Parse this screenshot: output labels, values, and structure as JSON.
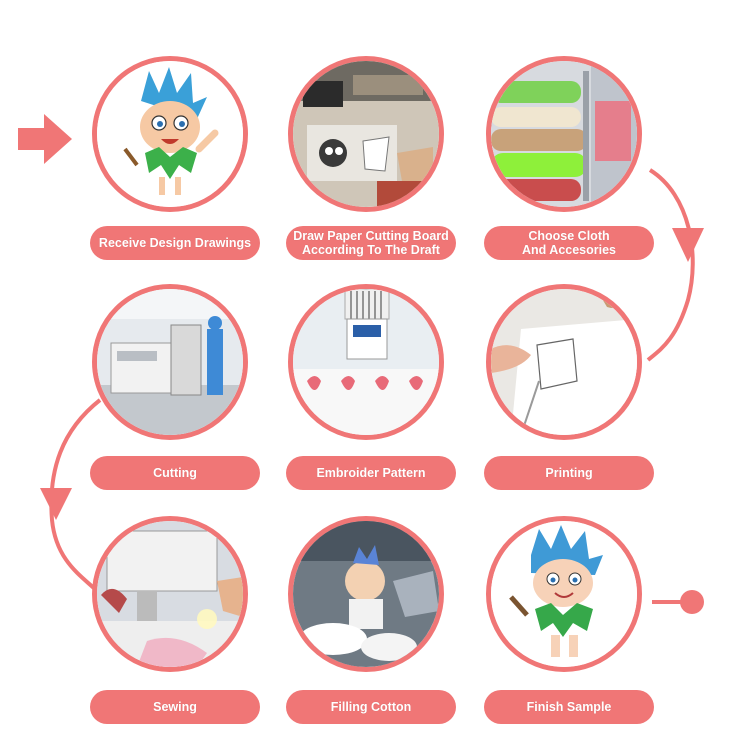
{
  "colors": {
    "accent": "#f07676",
    "background": "#ffffff",
    "label_text": "#ffffff"
  },
  "steps": [
    {
      "label": "Receive Design Drawings",
      "photo": "cartoon-design-drawing"
    },
    {
      "label": "Draw Paper Cutting Board\nAccording To The Draft",
      "photo": "paper-pattern-workbench"
    },
    {
      "label": "Choose Cloth\nAnd Accesories",
      "photo": "fabric-rolls-shelf"
    },
    {
      "label": "Cutting",
      "photo": "cutting-machine-room"
    },
    {
      "label": "Embroider Pattern",
      "photo": "embroidery-machine"
    },
    {
      "label": "Printing",
      "photo": "fabric-printing"
    },
    {
      "label": "Sewing",
      "photo": "sewing-machine"
    },
    {
      "label": "Filling Cotton",
      "photo": "cotton-filling"
    },
    {
      "label": "Finish Sample",
      "photo": "finished-plush-doll"
    }
  ],
  "icons": {
    "start": "arrow-right-icon",
    "end": "end-dot-icon",
    "turn": "arrow-down-icon"
  }
}
